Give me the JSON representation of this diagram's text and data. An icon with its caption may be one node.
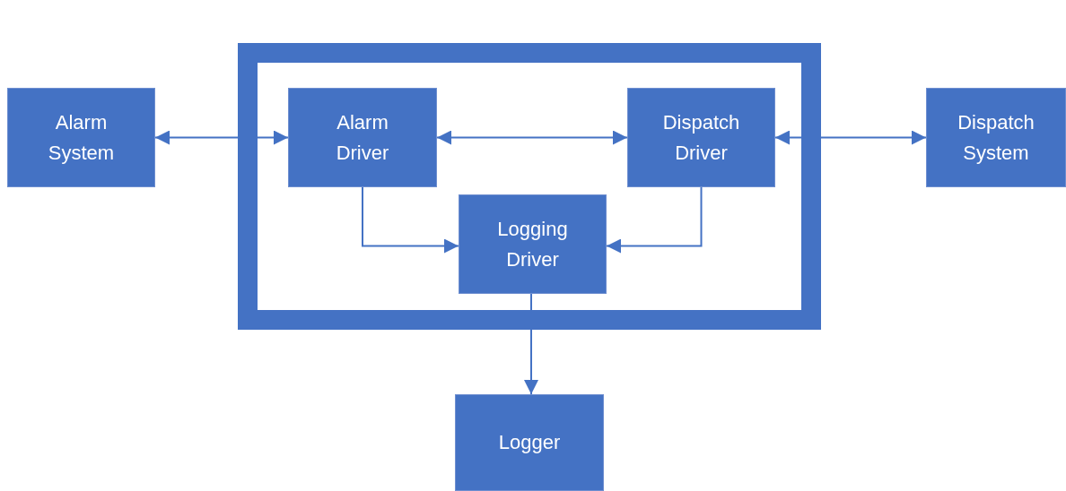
{
  "diagram": {
    "nodes": [
      {
        "text": [],
        "shape": "box"
      },
      {
        "text": [
          "Alarm System"
        ]
      },
      {
        "text": [
          "Alarm Driver"
        ],
        "in": 0
      },
      {
        "text": [
          "Dispatch Driver"
        ],
        "in": 0
      },
      {
        "text": [
          "Logging Driver"
        ],
        "in": 0
      },
      {
        "text": [
          "Dispatch System"
        ]
      },
      {
        "text": [
          "Logger"
        ]
      }
    ],
    "edges": [
      {
        "from": 1,
        "to": 2,
        "arrow": "both"
      },
      {
        "from": 2,
        "to": 3,
        "arrow": "both"
      },
      {
        "from": 3,
        "to": 5,
        "arrow": "both"
      },
      {
        "from": 2,
        "to": 4,
        "arrow": "to"
      },
      {
        "from": 3,
        "to": 4,
        "arrow": "to"
      },
      {
        "from": 4,
        "to": 6,
        "arrow": "to"
      }
    ]
  }
}
